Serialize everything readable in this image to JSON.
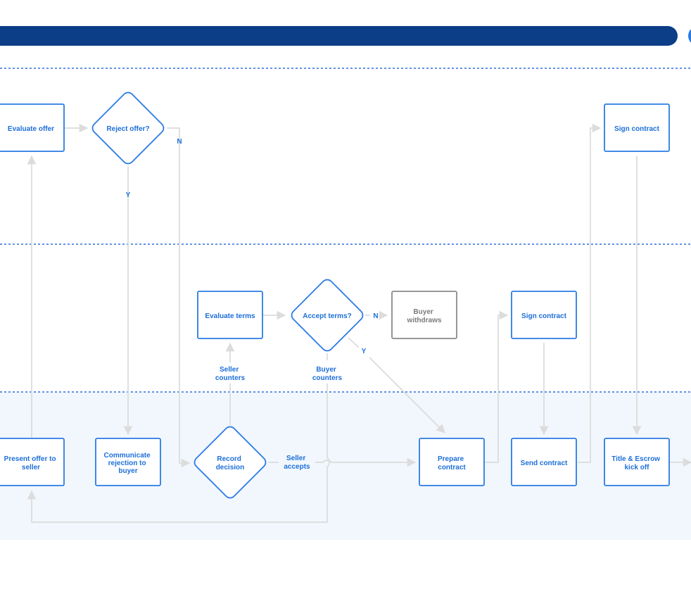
{
  "nodes": {
    "evaluate_offer": "Evaluate offer",
    "reject_offer": "Reject offer?",
    "sign_contract_top": "Sign contract",
    "evaluate_terms": "Evaluate terms",
    "accept_terms": "Accept terms?",
    "buyer_withdraws": [
      "Buyer",
      "withdraws"
    ],
    "sign_contract_mid": "Sign contract",
    "present_offer": [
      "Present offer to",
      "seller"
    ],
    "communicate_rejection": [
      "Communicate",
      "rejection to",
      "buyer"
    ],
    "record_decision": [
      "Record",
      "decision"
    ],
    "prepare_contract": [
      "Prepare",
      "contract"
    ],
    "send_contract": "Send contract",
    "title_escrow": [
      "Title & Escrow",
      "kick off"
    ]
  },
  "edge_labels": {
    "reject_no": "N",
    "reject_yes": "Y",
    "accept_no": "N",
    "accept_yes": "Y",
    "seller_counters": [
      "Seller",
      "counters"
    ],
    "buyer_counters": [
      "Buyer",
      "counters"
    ],
    "seller_accepts": [
      "Seller",
      "accepts"
    ]
  },
  "colors": {
    "header_bar": "#0c3d87",
    "lane_bottom_bg": "#f1f7fc",
    "node_stroke": "#2a7be4",
    "label_text": "#1d6fd8",
    "connector": "#dcdcdc",
    "muted_node": "#8a8a8a"
  }
}
